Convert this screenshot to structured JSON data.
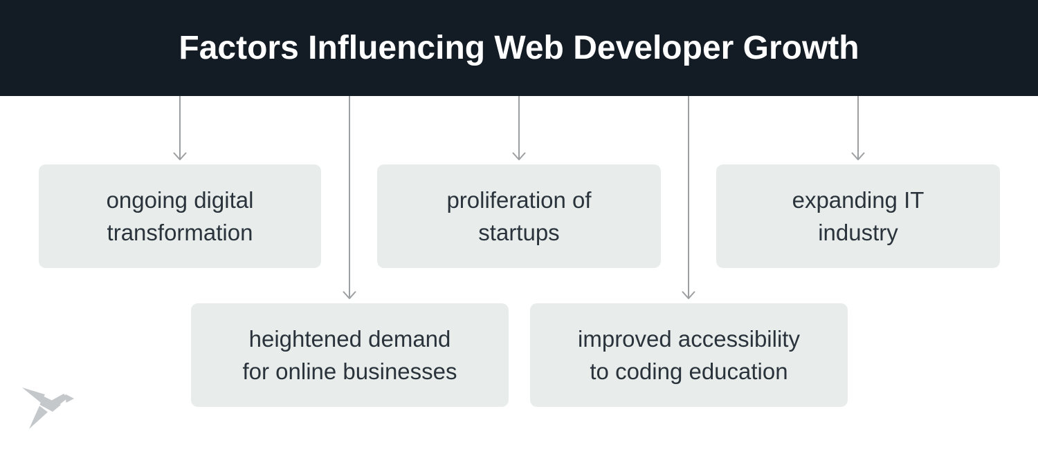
{
  "header": {
    "title": "Factors Influencing Web Developer Growth"
  },
  "boxes": [
    {
      "lines": [
        "ongoing digital",
        "transformation"
      ]
    },
    {
      "lines": [
        "proliferation of",
        "startups"
      ]
    },
    {
      "lines": [
        "expanding IT",
        "industry"
      ]
    },
    {
      "lines": [
        "heightened demand",
        "for online businesses"
      ]
    },
    {
      "lines": [
        "improved accessibility",
        "to coding education"
      ]
    }
  ],
  "icons": {
    "logo": "origami-bird-logo",
    "arrows": "down-arrow"
  },
  "colors": {
    "header_bg": "#131b24",
    "title": "#ffffff",
    "box_bg": "#e8edeb",
    "box_text": "#2a333b",
    "arrow": "#9b9fa2",
    "logo": "#c4c8cb"
  }
}
